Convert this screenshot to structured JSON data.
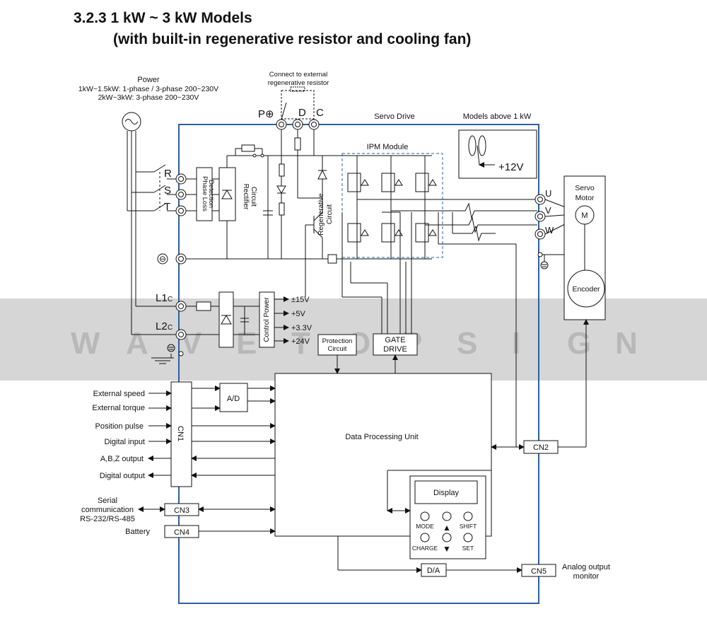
{
  "title": {
    "line1": "3.2.3 1 kW ~ 3 kW Models",
    "line2": "(with built-in regenerative resistor and cooling fan)"
  },
  "power": {
    "heading": "Power",
    "line1": "1kW~1.5kW: 1-phase / 3-phase 200~230V",
    "line2": "2kW~3kW: 3-phase 200~230V"
  },
  "external_resistor": {
    "line1": "Connect to external",
    "line2": "regenerative resistor"
  },
  "terminals": {
    "p": "P⊕",
    "d": "D",
    "c": "C",
    "r": "R",
    "s": "S",
    "t": "T",
    "minus": "⊖",
    "l1": "L1",
    "l1_sub": "C",
    "l2": "L2",
    "l2_sub": "C",
    "u": "U",
    "v": "V",
    "w": "W"
  },
  "labels": {
    "servo_drive": "Servo Drive",
    "models_above": "Models above 1 kW",
    "ipm_module": "IPM Module",
    "fan_voltage": "+12V",
    "servo_motor_1": "Servo",
    "servo_motor_2": "Motor",
    "motor": "M",
    "encoder": "Encoder",
    "phase_loss_1": "Phase Loss",
    "phase_loss_2": "Detection",
    "rectifier_1": "Rectifier",
    "rectifier_2": "Circuit",
    "regen_1": "Regenerative",
    "regen_2": "Circuit",
    "control_power": "Control Power",
    "protection_1": "Protection",
    "protection_2": "Circuit",
    "gate_1": "GATE",
    "gate_2": "DRIVE",
    "ad": "A/D",
    "dpu": "Data Processing Unit",
    "cn1": "CN1",
    "cn2": "CN2",
    "cn3": "CN3",
    "cn4": "CN4",
    "cn5": "CN5",
    "da": "D/A",
    "display": "Display"
  },
  "voltages": [
    "±15V",
    "+5V",
    "+3.3V",
    "+24V"
  ],
  "io_signals": {
    "ext_speed": "External speed",
    "ext_torque": "External torque",
    "pos_pulse": "Position pulse",
    "dig_input": "Digital input",
    "abz_output": "A,B,Z output",
    "dig_output": "Digital output",
    "serial_1": "Serial",
    "serial_2": "communication",
    "serial_3": "RS-232/RS-485",
    "battery": "Battery",
    "analog_1": "Analog output",
    "analog_2": "monitor"
  },
  "panel_buttons": {
    "mode": "MODE",
    "shift": "SHIFT",
    "charge": "CHARGE",
    "set": "SET",
    "up": "▲",
    "down": "▼"
  },
  "watermark": [
    "W",
    "A",
    "V",
    "E",
    "T",
    "O",
    "P",
    "S",
    "I",
    "G",
    "N"
  ],
  "colors": {
    "drive_border": "#2f5fa0",
    "watermark_band": "#d6d6d6",
    "watermark_text": "#b8b8b8"
  }
}
